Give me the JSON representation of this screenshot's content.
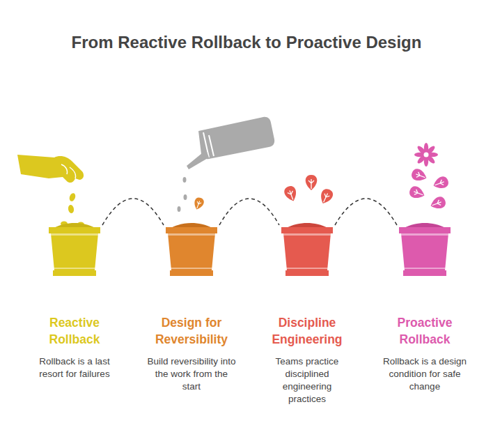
{
  "diagram": {
    "title": "From Reactive Rollback to Proactive Design",
    "nodes": [
      {
        "text": [
          "Reactive Rollback",
          "Rollback is a last resort for failures"
        ]
      },
      {
        "text": [
          "Design for Reversibility",
          "Build reversibility into the work from the start"
        ]
      },
      {
        "text": [
          "Discipline Engineering",
          "Teams practice disciplined engineering practices"
        ]
      },
      {
        "text": [
          "Proactive Rollback",
          "Rollback is a design condition for safe change"
        ]
      }
    ],
    "edges": [
      {
        "from": 0,
        "to": 1,
        "arrow": "none"
      },
      {
        "from": 1,
        "to": 2,
        "arrow": "none"
      },
      {
        "from": 2,
        "to": 3,
        "arrow": "none"
      }
    ]
  }
}
